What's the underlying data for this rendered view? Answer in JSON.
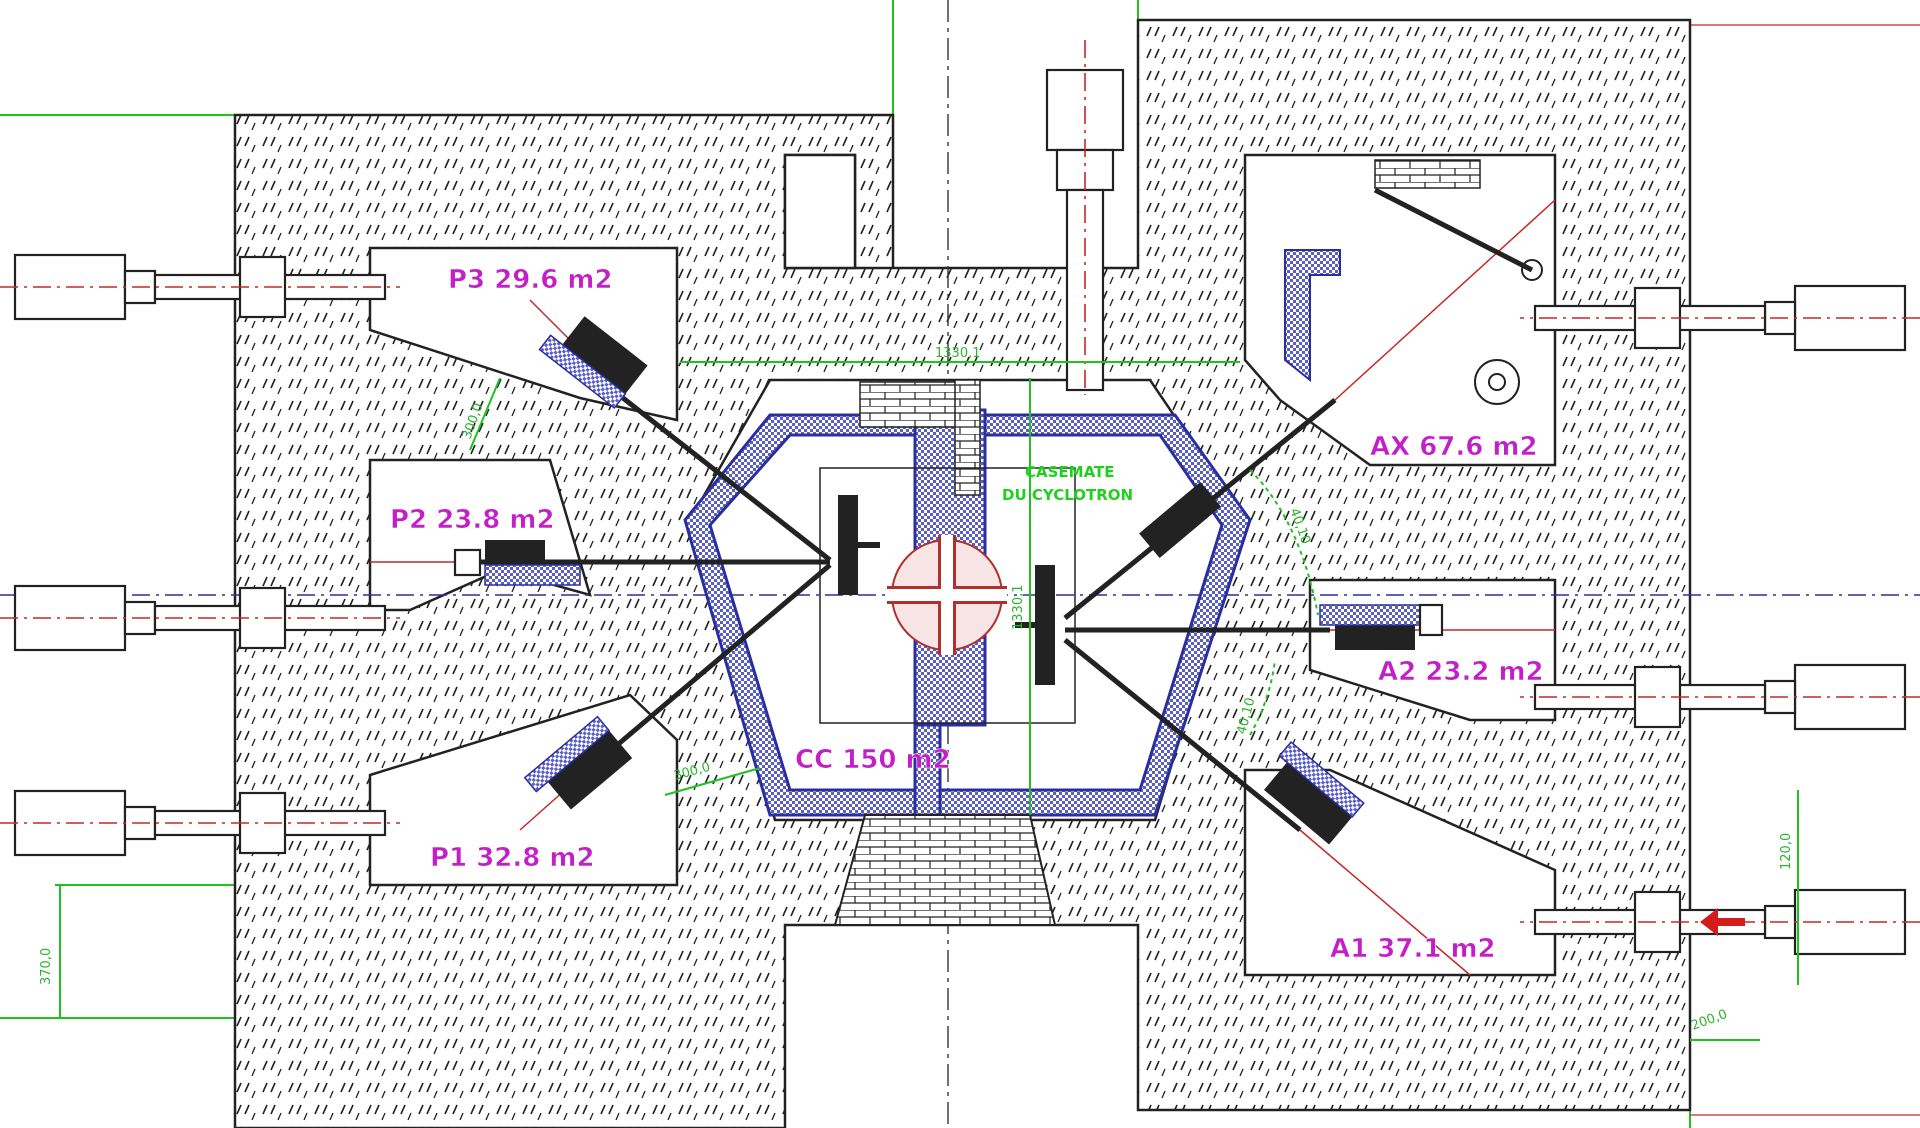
{
  "drawing": {
    "labels": {
      "p3": "P3 29.6 m2",
      "p2": "P2 23.8 m2",
      "p1": "P1 32.8 m2",
      "cc": "CC 150 m2",
      "ax": "AX 67.6 m2",
      "a2": "A2 23.2 m2",
      "a1": "A1 37.1 m2",
      "casemate_line1": "CASEMATE",
      "casemate_line2": "DU CYCLOTRON"
    },
    "dimensions": {
      "top_span": "1330,1",
      "p3_p2_gap": "300,0",
      "p1_gap": "300,0",
      "vertical_span": "1330,1",
      "angle_upper": "40,10",
      "angle_lower": "40,10",
      "left_bottom": "370,0",
      "right_vertical": "120,0",
      "right_bottom": "200,0"
    },
    "colors": {
      "room_label": "#c21fc9",
      "casemate_label": "#1fd01f",
      "dimension": "#22c122",
      "shielding": "#2b2f9e",
      "axis": "#c62828"
    }
  }
}
